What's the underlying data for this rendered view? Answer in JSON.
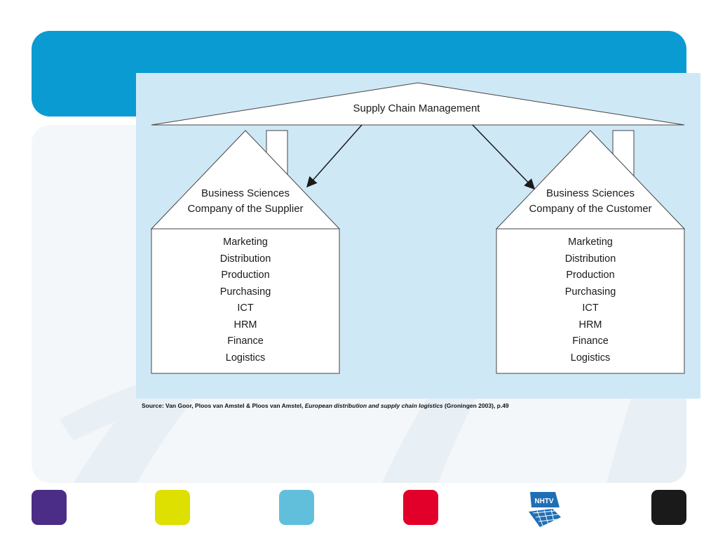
{
  "diagram": {
    "top_label": "Supply Chain Management",
    "supplier": {
      "title_line1": "Business Sciences",
      "title_line2": "Company of the Supplier",
      "functions": [
        "Marketing",
        "Distribution",
        "Production",
        "Purchasing",
        "ICT",
        "HRM",
        "Finance",
        "Logistics"
      ]
    },
    "customer": {
      "title_line1": "Business Sciences",
      "title_line2": "Company of the Customer",
      "functions": [
        "Marketing",
        "Distribution",
        "Production",
        "Purchasing",
        "ICT",
        "HRM",
        "Finance",
        "Logistics"
      ]
    }
  },
  "source": {
    "prefix": "Source: Van Goor, Ploos van Amstel & Ploos van Amstel, ",
    "title": "European distribution and supply chain logistics",
    "suffix": " (Groningen 2003), p.49"
  },
  "footer": {
    "swatches": [
      {
        "name": "purple",
        "color": "#4b2c86"
      },
      {
        "name": "yellow",
        "color": "#dde000"
      },
      {
        "name": "light-blue",
        "color": "#62bfdc"
      },
      {
        "name": "red",
        "color": "#e2002a"
      },
      {
        "name": "black",
        "color": "#1a1a1a"
      }
    ],
    "logo_text": "NHTV"
  },
  "colors": {
    "header": "#0a9bd2",
    "diagram_bg": "#cfe8f6",
    "logo_blue": "#1f6fb5"
  }
}
